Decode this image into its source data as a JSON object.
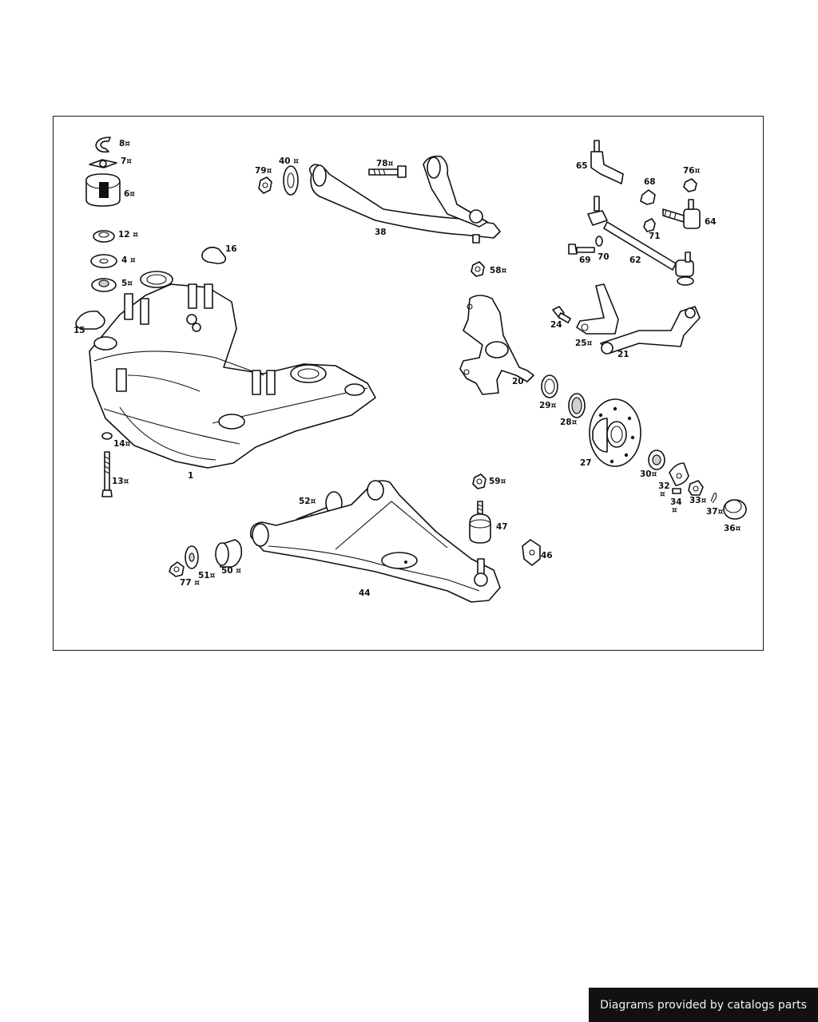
{
  "diagram": {
    "labels": [
      {
        "id": "8",
        "text": "8¤"
      },
      {
        "id": "7",
        "text": "7¤"
      },
      {
        "id": "6",
        "text": "6¤"
      },
      {
        "id": "12",
        "text": "12 ¤"
      },
      {
        "id": "4",
        "text": "4 ¤"
      },
      {
        "id": "5",
        "text": "5¤"
      },
      {
        "id": "15",
        "text": "15"
      },
      {
        "id": "16",
        "text": "16"
      },
      {
        "id": "14",
        "text": "14¤"
      },
      {
        "id": "13",
        "text": "13¤"
      },
      {
        "id": "1",
        "text": "1"
      },
      {
        "id": "79",
        "text": "79¤"
      },
      {
        "id": "40",
        "text": "40 ¤"
      },
      {
        "id": "78",
        "text": "78¤"
      },
      {
        "id": "38",
        "text": "38"
      },
      {
        "id": "58",
        "text": "58¤"
      },
      {
        "id": "65",
        "text": "65"
      },
      {
        "id": "68",
        "text": "68"
      },
      {
        "id": "76",
        "text": "76¤"
      },
      {
        "id": "64",
        "text": "64"
      },
      {
        "id": "71",
        "text": "71"
      },
      {
        "id": "69",
        "text": "69"
      },
      {
        "id": "70",
        "text": "70"
      },
      {
        "id": "62",
        "text": "62"
      },
      {
        "id": "24",
        "text": "24"
      },
      {
        "id": "25",
        "text": "25¤"
      },
      {
        "id": "21",
        "text": "21"
      },
      {
        "id": "20",
        "text": "20"
      },
      {
        "id": "29",
        "text": "29¤"
      },
      {
        "id": "28",
        "text": "28¤"
      },
      {
        "id": "27",
        "text": "27"
      },
      {
        "id": "30",
        "text": "30¤"
      },
      {
        "id": "32",
        "text": "32"
      },
      {
        "id": "32m",
        "text": "¤"
      },
      {
        "id": "34",
        "text": "34"
      },
      {
        "id": "34m",
        "text": "¤"
      },
      {
        "id": "33",
        "text": "33¤"
      },
      {
        "id": "37",
        "text": "37¤"
      },
      {
        "id": "36",
        "text": "36¤"
      },
      {
        "id": "59",
        "text": "59¤"
      },
      {
        "id": "52",
        "text": "52¤"
      },
      {
        "id": "47",
        "text": "47"
      },
      {
        "id": "46",
        "text": "46"
      },
      {
        "id": "51",
        "text": "51¤"
      },
      {
        "id": "50",
        "text": "50 ¤"
      },
      {
        "id": "77",
        "text": "77 ¤"
      },
      {
        "id": "44",
        "text": "44"
      }
    ]
  },
  "footer": {
    "credit": "Diagrams provided by catalogs parts"
  }
}
